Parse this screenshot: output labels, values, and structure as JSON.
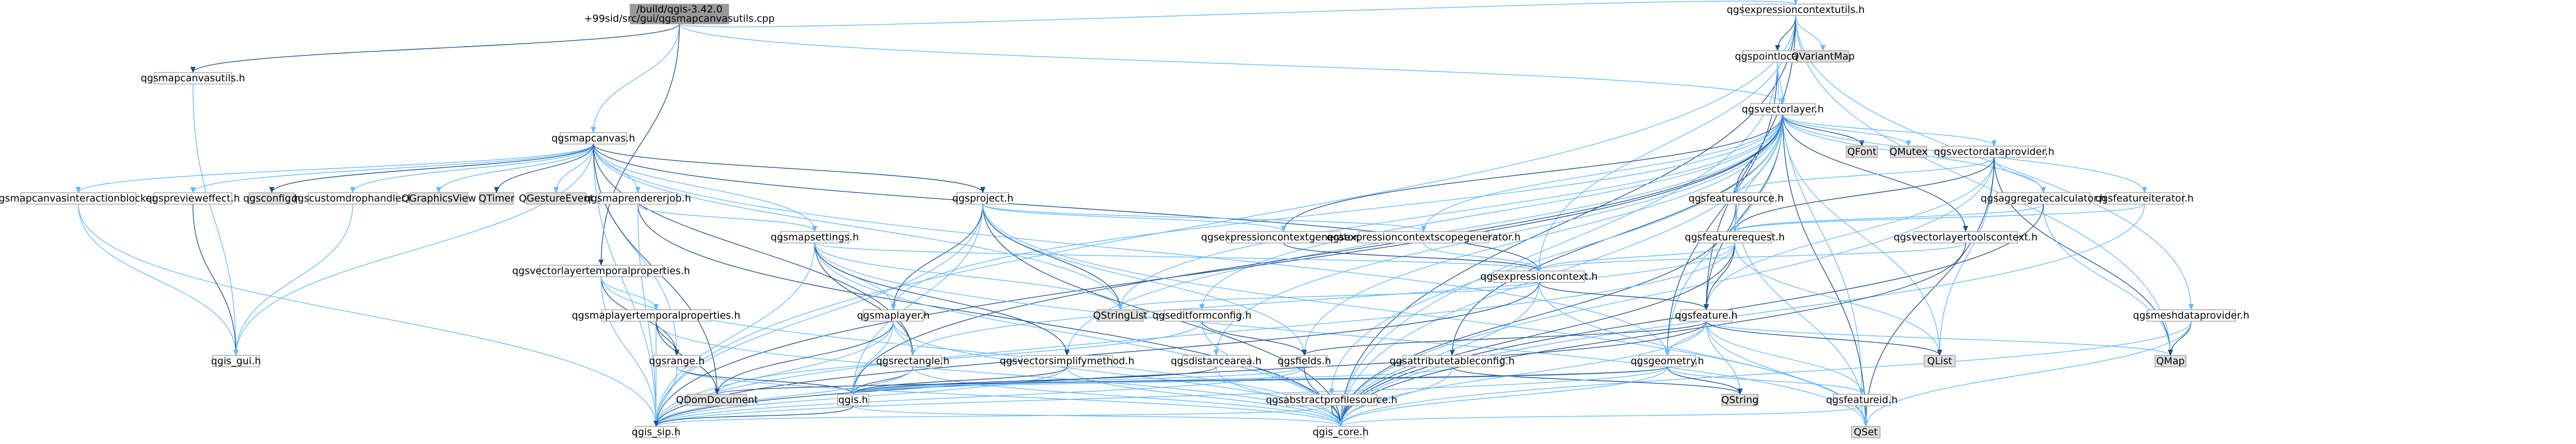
{
  "diagram": {
    "title": "/build/qgis-3.42.0+99sid/src/gui/qgsmapcanvasutils.cpp",
    "colors": {
      "root_fill": "#999999",
      "node_fill": "#ffffff",
      "external_fill": "#e0e0e0",
      "node_border": "#999999",
      "edge_blue": "#63b8ff",
      "edge_dark": "#1f4e8c",
      "red_text": "#cc0000",
      "black_text": "#000000"
    },
    "nodes": [
      {
        "id": "root",
        "label": "/build/qgis-3.42.0\n+99sid/src/gui/qgsmapcanvasutils.cpp",
        "kind": "root"
      },
      {
        "id": "mcu_h",
        "label": "qgsmapcanvasutils.h",
        "kind": "normal"
      },
      {
        "id": "ecu_h",
        "label": "qgsexpressioncontextutils.h",
        "kind": "normal"
      },
      {
        "id": "mc_h",
        "label": "qgsmapcanvas.h",
        "kind": "normal"
      },
      {
        "id": "vltp_h",
        "label": "qgsvectorlayertemporalproperties.h",
        "kind": "normal"
      },
      {
        "id": "gui",
        "label": "qgis_gui.h",
        "kind": "normal"
      },
      {
        "id": "pointloc",
        "label": "qgspointlocator.h",
        "kind": "red"
      },
      {
        "id": "qvariantmap",
        "label": "QVariantMap",
        "kind": "external"
      },
      {
        "id": "vl_h",
        "label": "qgsvectorlayer.h",
        "kind": "normal"
      },
      {
        "id": "mcib",
        "label": "qgsmapcanvasinteractionblocker.h",
        "kind": "normal"
      },
      {
        "id": "preveff",
        "label": "qgspreviewеffect.h",
        "kind": "red"
      },
      {
        "id": "qgsconfig",
        "label": "qgsconfig.h",
        "kind": "external"
      },
      {
        "id": "customdrop",
        "label": "qgscustomdrophandler.h",
        "kind": "red"
      },
      {
        "id": "qgv",
        "label": "QGraphicsView",
        "kind": "external"
      },
      {
        "id": "qtimer",
        "label": "QTimer",
        "kind": "external"
      },
      {
        "id": "qgesture",
        "label": "QGestureEvent",
        "kind": "external"
      },
      {
        "id": "maprendjob",
        "label": "qgsmaprendererjob.h",
        "kind": "red"
      },
      {
        "id": "project",
        "label": "qgsproject.h",
        "kind": "red"
      },
      {
        "id": "qfont",
        "label": "QFont",
        "kind": "external"
      },
      {
        "id": "qmutex",
        "label": "QMutex",
        "kind": "external"
      },
      {
        "id": "vdp",
        "label": "qgsvectordataprovider.h",
        "kind": "red"
      },
      {
        "id": "fsource",
        "label": "qgsfeaturesource.h",
        "kind": "normal"
      },
      {
        "id": "aggcalc",
        "label": "qgsaggregatecalculator.h",
        "kind": "red"
      },
      {
        "id": "fiter",
        "label": "qgsfeatureiterator.h",
        "kind": "red"
      },
      {
        "id": "ecgen",
        "label": "qgsexpressioncontextgenerator.h",
        "kind": "normal"
      },
      {
        "id": "ecsgen",
        "label": "qgsexpressioncontextscopegenerator.h",
        "kind": "normal"
      },
      {
        "id": "freq",
        "label": "qgsfeaturerequest.h",
        "kind": "red"
      },
      {
        "id": "vltoolctx",
        "label": "qgsvectorlayertoolscontext.h",
        "kind": "red"
      },
      {
        "id": "mapsettings",
        "label": "qgsmapsettings.h",
        "kind": "red"
      },
      {
        "id": "ectx",
        "label": "qgsexpressioncontext.h",
        "kind": "red"
      },
      {
        "id": "mltp",
        "label": "qgsmaplayertemporalproperties.h",
        "kind": "red"
      },
      {
        "id": "maplayer",
        "label": "qgsmaplayer.h",
        "kind": "red"
      },
      {
        "id": "qstringlist",
        "label": "QStringList",
        "kind": "external"
      },
      {
        "id": "efconfig",
        "label": "qgseditformconfig.h",
        "kind": "red"
      },
      {
        "id": "feature",
        "label": "qgsfeature.h",
        "kind": "red"
      },
      {
        "id": "meshdp",
        "label": "qgsmeshdataprovider.h",
        "kind": "red"
      },
      {
        "id": "range",
        "label": "qgsrange.h",
        "kind": "red"
      },
      {
        "id": "rect",
        "label": "qgsrectangle.h",
        "kind": "red"
      },
      {
        "id": "vsimp",
        "label": "qgsvectorsimplifymethod.h",
        "kind": "red"
      },
      {
        "id": "distarea",
        "label": "qgsdistancearea.h",
        "kind": "red"
      },
      {
        "id": "fields",
        "label": "qgsfields.h",
        "kind": "red"
      },
      {
        "id": "attrtab",
        "label": "qgsattributetableconfig.h",
        "kind": "red"
      },
      {
        "id": "geometry",
        "label": "qgsgeometry.h",
        "kind": "red"
      },
      {
        "id": "qlist",
        "label": "QList",
        "kind": "external"
      },
      {
        "id": "qmap",
        "label": "QMap",
        "kind": "external"
      },
      {
        "id": "qdomdoc",
        "label": "QDomDocument",
        "kind": "external"
      },
      {
        "id": "qgis_h",
        "label": "qgis.h",
        "kind": "red"
      },
      {
        "id": "absprof",
        "label": "qgsabstractprofilesource.h",
        "kind": "normal"
      },
      {
        "id": "qstring",
        "label": "QString",
        "kind": "external"
      },
      {
        "id": "fid",
        "label": "qgsfeatureid.h",
        "kind": "normal"
      },
      {
        "id": "sip",
        "label": "qgis_sip.h",
        "kind": "normal"
      },
      {
        "id": "core",
        "label": "qgis_core.h",
        "kind": "normal"
      },
      {
        "id": "qset",
        "label": "QSet",
        "kind": "external"
      }
    ]
  }
}
